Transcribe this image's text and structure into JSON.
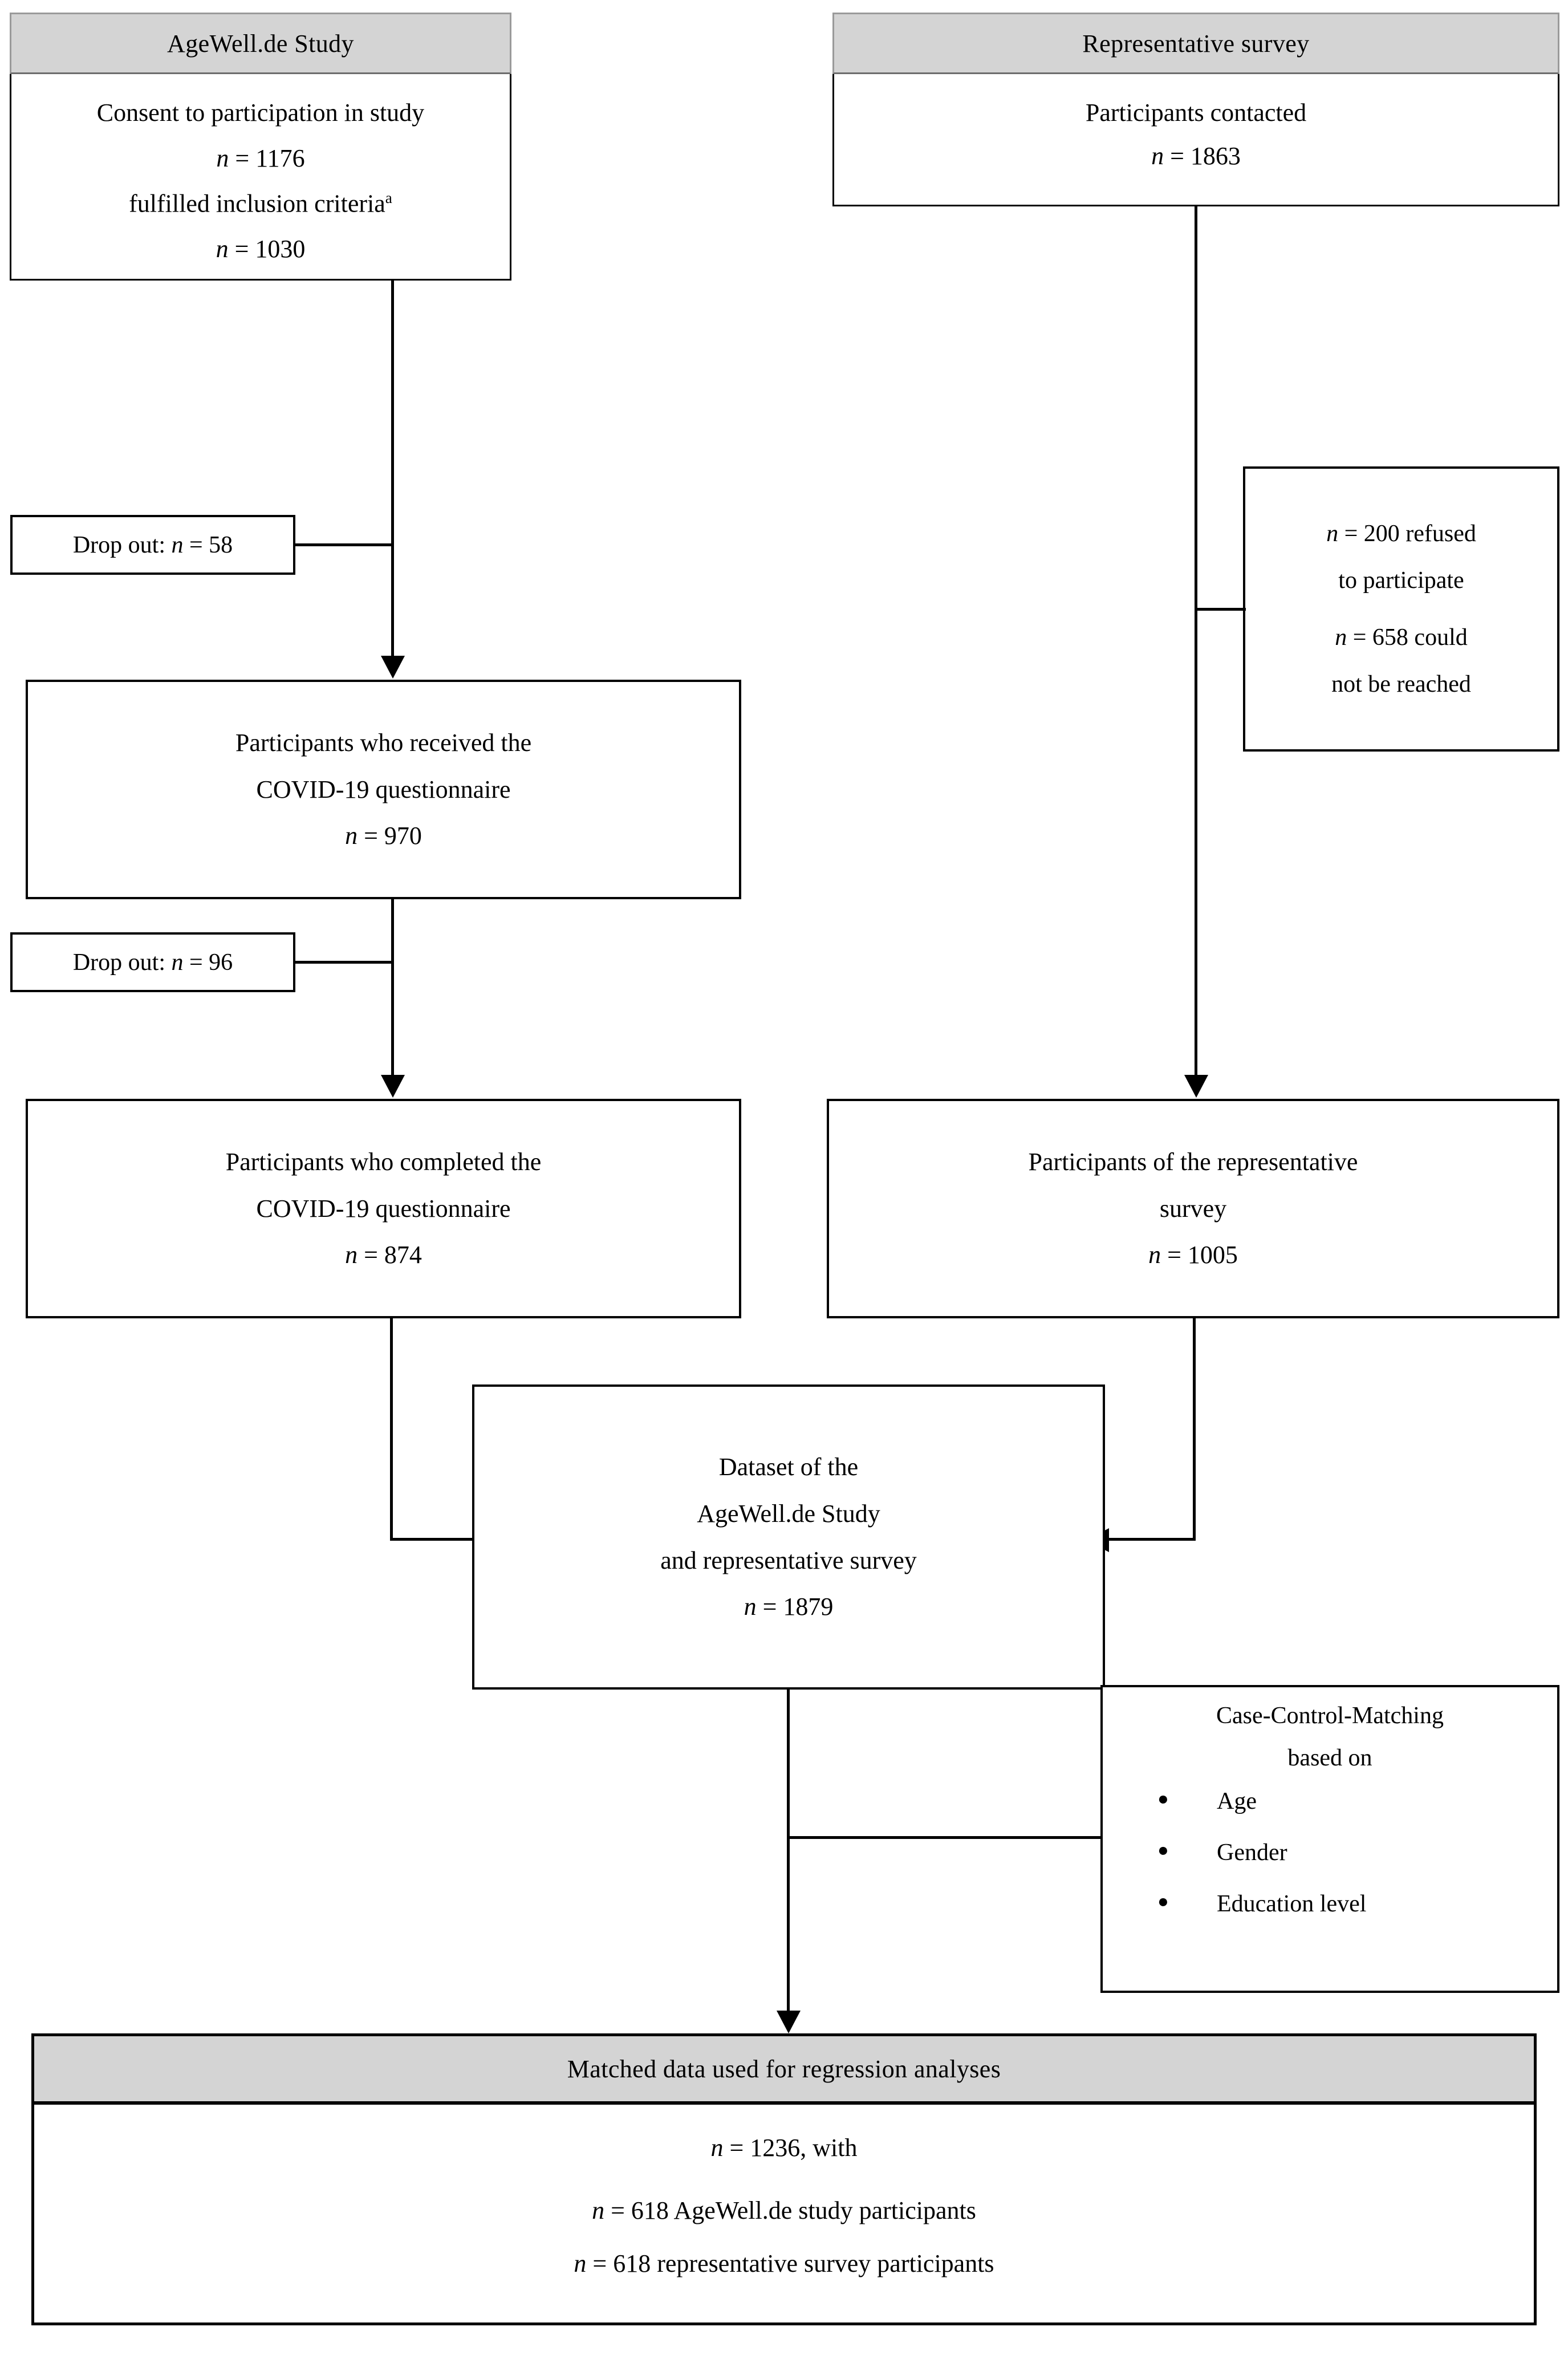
{
  "figure": {
    "type": "flowchart",
    "title": "Participant flow diagram - AgeWell.de Study and representative survey"
  },
  "columns": {
    "left_header": "AgeWell.de Study",
    "right_header": "Representative survey"
  },
  "nodes": {
    "agewell_consent": {
      "line1": "Consent to participation in study",
      "line2_n": "n",
      "line2_eq": " = 1176",
      "line3": "fulfilled inclusion criteria",
      "line3_sup": "a",
      "line4_n": "n",
      "line4_eq": " = 1030"
    },
    "survey_contacted": {
      "line1": "Participants contacted",
      "line2_n": "n",
      "line2_eq": " = 1863"
    },
    "dropout_58": {
      "label": "Drop out: ",
      "n": "n",
      "value": " = 58"
    },
    "dropout_96": {
      "label": "Drop out: ",
      "n": "n",
      "value": " = 96"
    },
    "refused": {
      "l1_n": "n",
      "l1_rest": " = 200 refused",
      "l2": "to participate",
      "l3_n": "n",
      "l3_rest": " =  658  could",
      "l4": "not be reached"
    },
    "received_q": {
      "line1": "Participants who received the",
      "line2": "COVID-19 questionnaire",
      "line3_n": "n",
      "line3_eq": " = 970"
    },
    "completed_q": {
      "line1": "Participants who completed the",
      "line2": "COVID-19 questionnaire",
      "line3_n": "n",
      "line3_eq": " = 874"
    },
    "survey_participants": {
      "line1": "Participants of the representative",
      "line2": "survey",
      "line3_n": "n",
      "line3_eq": " = 1005"
    },
    "dataset": {
      "line1": "Dataset of the",
      "line2": "AgeWell.de Study",
      "line3": "and representative survey",
      "line4_n": "n",
      "line4_eq": " = 1879"
    },
    "matching": {
      "title_line1": "Case-Control-Matching",
      "title_line2": "based on",
      "bullet_glyph": "●",
      "criteria": [
        "Age",
        "Gender",
        "Education level"
      ]
    },
    "final": {
      "header": "Matched data used for regression analyses",
      "line1_n": "n",
      "line1_rest": " = 1236, with",
      "line2_n": "n",
      "line2_rest": " = 618 AgeWell.de study participants",
      "line3_n": "n",
      "line3_rest": " = 618 representative survey participants"
    }
  },
  "colors": {
    "header_fill": "#d4d4d4",
    "stroke": "#000000",
    "background": "#ffffff"
  }
}
